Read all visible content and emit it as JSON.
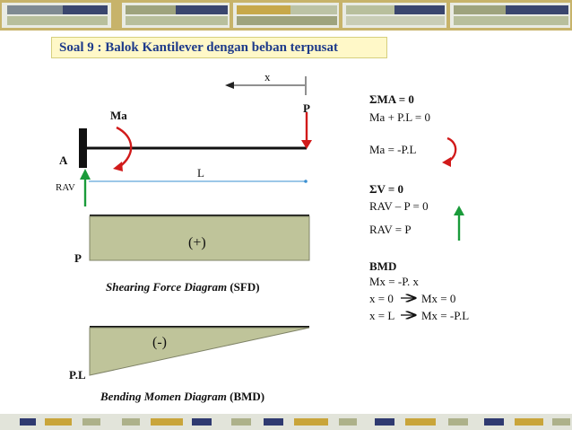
{
  "slide": {
    "title": "Soal 9 : Balok Kantilever dengan beban terpusat",
    "colors": {
      "olive": "#adb18a",
      "navy": "#2f3a70",
      "gold": "#c9a53a",
      "sage": "#bcc3a5",
      "beam": "#111111",
      "load_arrow": "#d11a1a",
      "reaction_arrow": "#1a9b3a",
      "diagram_fill": "#bfc49a",
      "dim_line": "#3a8fd1"
    }
  },
  "beam": {
    "label_x": "x",
    "label_ma": "Ma",
    "label_p": "P",
    "label_a": "A",
    "label_l": "L",
    "label_rav": "RAV"
  },
  "sfd": {
    "sign": "(+)",
    "left_value": "P",
    "caption_italic": "Shearing Force Diagram",
    "caption_abbr": "(SFD)"
  },
  "bmd": {
    "sign": "(-)",
    "left_value": "P.L",
    "caption_italic": "Bending Momen Diagram",
    "caption_abbr": "(BMD)"
  },
  "equations": {
    "moment_heading": "ΣMA = 0",
    "moment_eq1": "Ma + P.L = 0",
    "moment_eq2": "Ma = -P.L",
    "vertical_heading": "ΣV = 0",
    "vertical_eq1": "RAV – P = 0",
    "vertical_eq2": "RAV = P",
    "bmd_heading": "BMD",
    "bmd_eq1": "Mx = -P. x",
    "bmd_eq2_left": "x = 0",
    "bmd_eq2_right": "Mx = 0",
    "bmd_eq3_left": "x = L",
    "bmd_eq3_right": "Mx = -P.L"
  }
}
